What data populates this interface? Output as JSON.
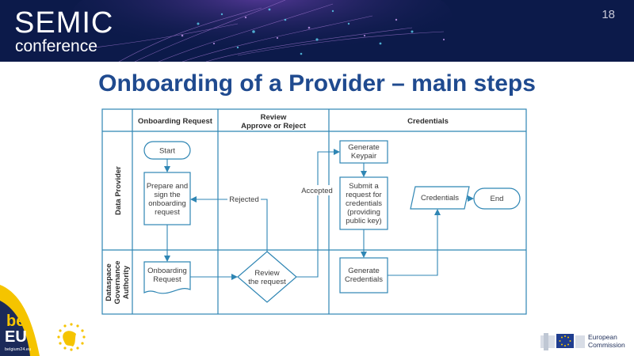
{
  "header": {
    "logo_line1": "SEMIC",
    "logo_line2": "conference",
    "slide_number": "18"
  },
  "title": "Onboarding of a Provider – main steps",
  "diagram": {
    "columns": {
      "c1": "Onboarding Request",
      "c2_line1": "Review",
      "c2_line2": "Approve or Reject",
      "c3": "Credentials"
    },
    "lanes": {
      "l1": "Data Provider",
      "l2_line1": "Dataspace",
      "l2_line2": "Governance",
      "l2_line3": "Authority"
    },
    "nodes": {
      "start": "Start",
      "prepare_1": "Prepare and",
      "prepare_2": "sign the",
      "prepare_3": "onboarding",
      "prepare_4": "request",
      "onb_doc_1": "Onboarding",
      "onb_doc_2": "Request",
      "review_1": "Review",
      "review_2": "the request",
      "gen_keypair_1": "Generate",
      "gen_keypair_2": "Keypair",
      "submit_1": "Submit a",
      "submit_2": "request for",
      "submit_3": "credentials",
      "submit_4": "(providing",
      "submit_5": "public key)",
      "gen_cred_1": "Generate",
      "gen_cred_2": "Credentials",
      "credentials": "Credentials",
      "end": "End"
    },
    "edges": {
      "rejected": "Rejected",
      "accepted": "Accepted"
    },
    "line_color": "#2f86b4"
  },
  "footer": {
    "be_logo_line1": "be",
    "be_logo_line2": "EU",
    "be_site": "belgium24.eu",
    "ec_line1": "European",
    "ec_line2": "Commission"
  },
  "colors": {
    "title": "#1f4a8f",
    "banner": "#0c1a4a",
    "be_yellow": "#f5c400"
  }
}
